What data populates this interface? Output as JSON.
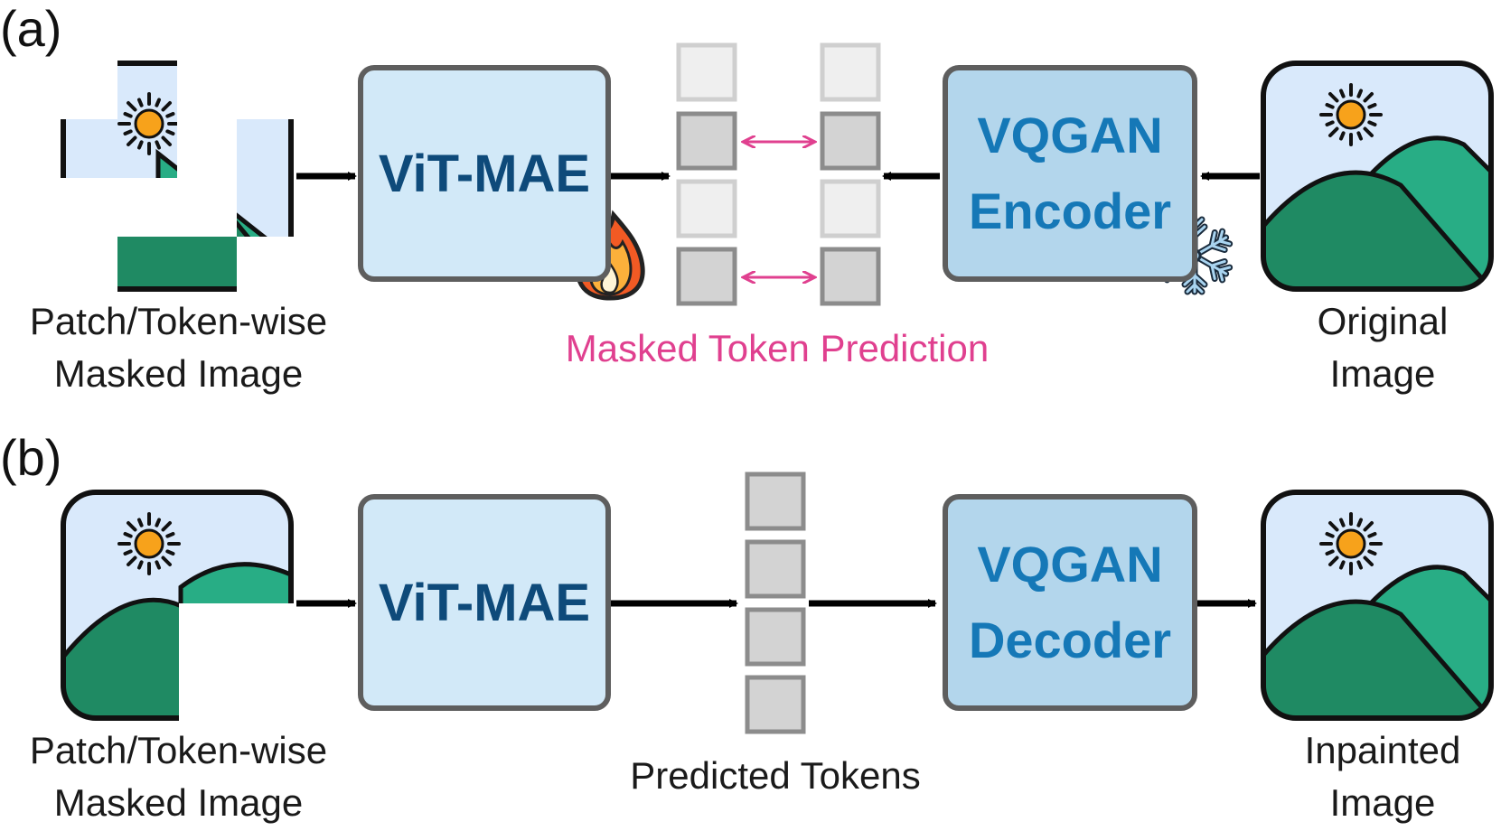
{
  "panels": {
    "a": {
      "label": "(a)",
      "input_caption_line1": "Patch/Token-wise",
      "input_caption_line2": "Masked Image",
      "model": "ViT-MAE",
      "encoder_line1": "VQGAN",
      "encoder_line2": "Encoder",
      "prediction_label": "Masked Token Prediction",
      "output_caption_line1": "Original",
      "output_caption_line2": "Image"
    },
    "b": {
      "label": "(b)",
      "input_caption_line1": "Patch/Token-wise",
      "input_caption_line2": "Masked Image",
      "model": "ViT-MAE",
      "tokens_label": "Predicted Tokens",
      "decoder_line1": "VQGAN",
      "decoder_line2": "Decoder",
      "output_caption_line1": "Inpainted",
      "output_caption_line2": "Image"
    }
  },
  "icons": {
    "trainable": "fire-icon",
    "frozen": "snowflake-icon",
    "image": "landscape-image-icon",
    "sun": "sun-icon"
  },
  "colors": {
    "vit_fill": "#d2e9f8",
    "vit_text": "#0e4a7a",
    "vq_fill": "#b3d6ec",
    "vq_text": "#1578b7",
    "box_border": "#5e5e5e",
    "token_fill": "#d3d3d3",
    "token_faded": "#efefef",
    "highlight": "#e0408f",
    "sky": "#d9e9fb",
    "mountain_dark": "#1f8a63",
    "mountain_light": "#28ad85",
    "sun": "#f7a21b"
  }
}
